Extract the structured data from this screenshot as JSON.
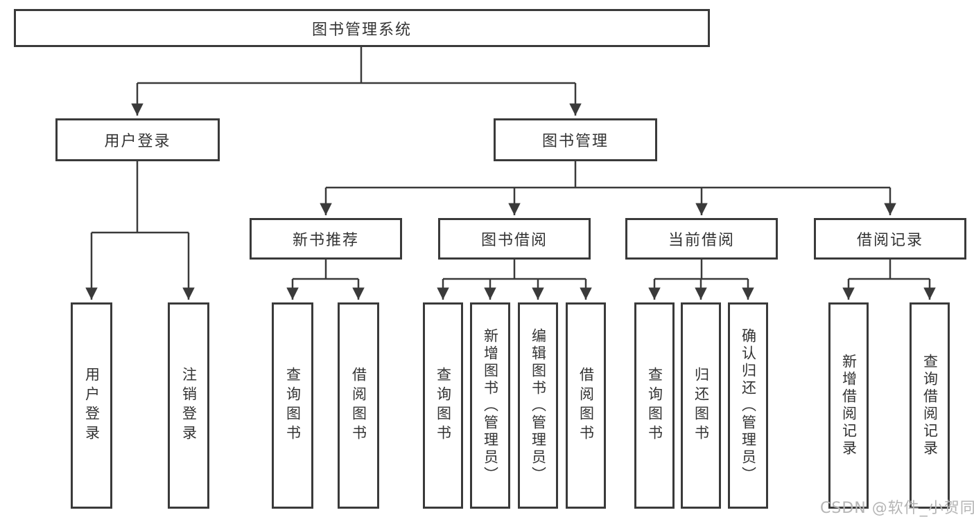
{
  "diagram": {
    "root": {
      "label": "图书管理系统"
    },
    "level2": [
      {
        "label": "用户登录"
      },
      {
        "label": "图书管理"
      }
    ],
    "level3": [
      {
        "label": "新书推荐",
        "parent": "图书管理"
      },
      {
        "label": "图书借阅",
        "parent": "图书管理"
      },
      {
        "label": "当前借阅",
        "parent": "图书管理"
      },
      {
        "label": "借阅记录",
        "parent": "图书管理"
      }
    ],
    "leaves": [
      {
        "label": "用户登录",
        "parent": "用户登录"
      },
      {
        "label": "注销登录",
        "parent": "用户登录"
      },
      {
        "label": "查询图书",
        "parent": "新书推荐"
      },
      {
        "label": "借阅图书",
        "parent": "新书推荐"
      },
      {
        "label": "查询图书",
        "parent": "图书借阅"
      },
      {
        "label": "新增图书（管理员）",
        "parent": "图书借阅"
      },
      {
        "label": "编辑图书（管理员）",
        "parent": "图书借阅"
      },
      {
        "label": "借阅图书",
        "parent": "图书借阅"
      },
      {
        "label": "查询图书",
        "parent": "当前借阅"
      },
      {
        "label": "归还图书",
        "parent": "当前借阅"
      },
      {
        "label": "确认归还（管理员）",
        "parent": "当前借阅"
      },
      {
        "label": "新增借阅记录",
        "parent": "借阅记录"
      },
      {
        "label": "查询借阅记录",
        "parent": "借阅记录"
      }
    ]
  },
  "watermark": {
    "text": "CSDN @软件_小贺同学"
  },
  "colors": {
    "line": "#3a3a3a",
    "box_border": "#3a3a3a",
    "text": "#333333",
    "background": "#ffffff",
    "watermark": "#b5b5b5"
  }
}
